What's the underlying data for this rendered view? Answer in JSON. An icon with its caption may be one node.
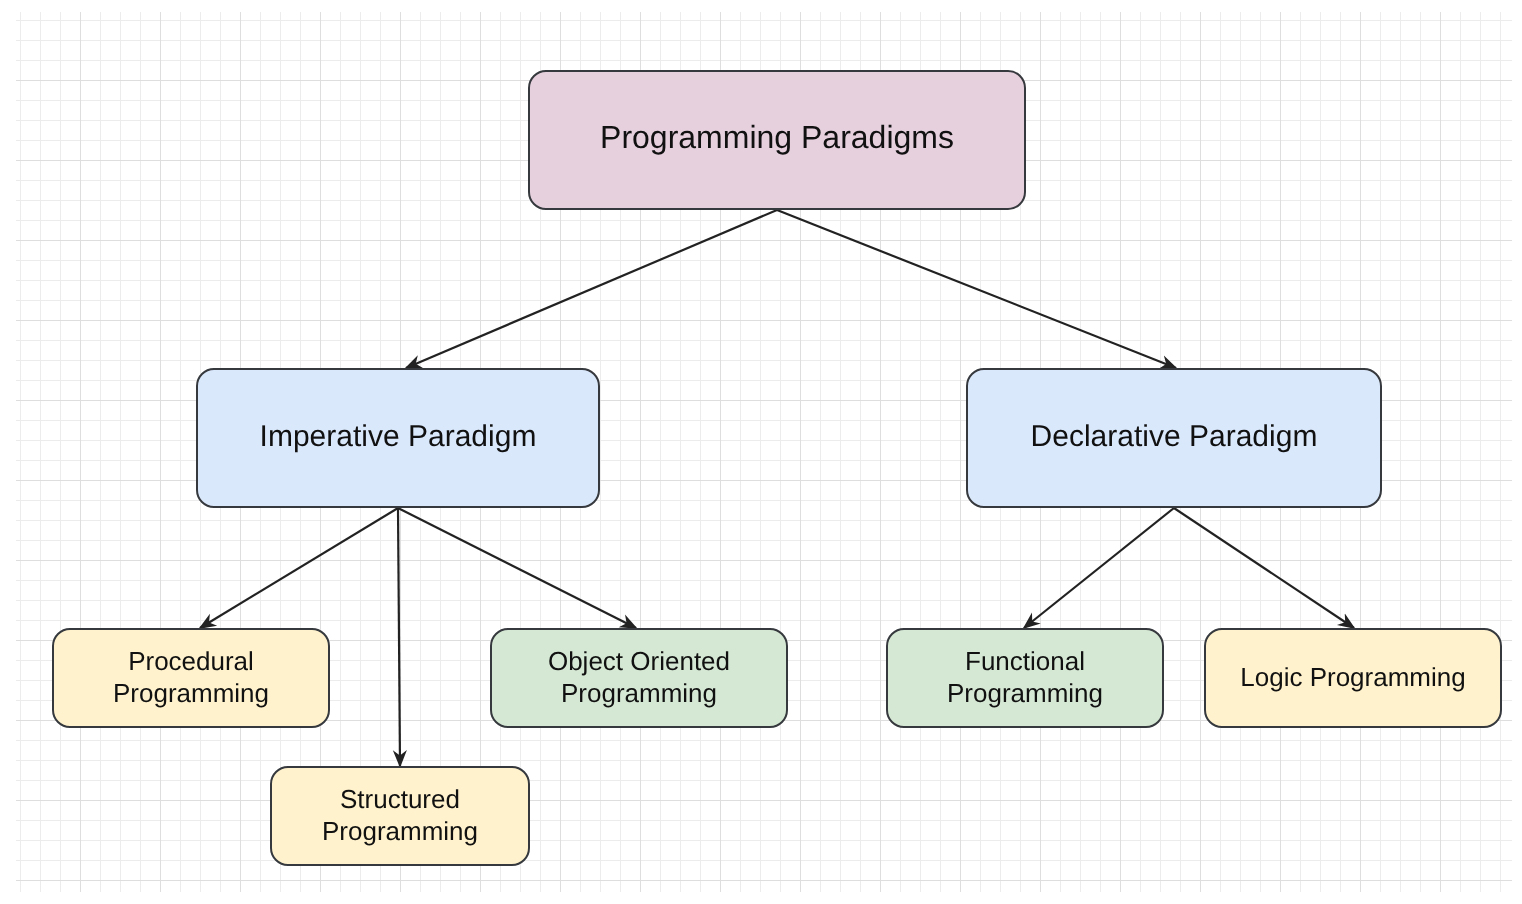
{
  "diagram": {
    "nodes": [
      {
        "text": [
          "Programming Paradigms"
        ]
      },
      {
        "text": [
          "Imperative Paradigm"
        ]
      },
      {
        "text": [
          "Declarative Paradigm"
        ]
      },
      {
        "text": [
          "Procedural Programming"
        ]
      },
      {
        "text": [
          "Structured Programming"
        ]
      },
      {
        "text": [
          "Object Oriented Programming"
        ]
      },
      {
        "text": [
          "Functional Programming"
        ]
      },
      {
        "text": [
          "Logic Programming"
        ]
      }
    ],
    "edges": [
      {
        "from": 0,
        "to": 1,
        "arrow": "to"
      },
      {
        "from": 0,
        "to": 2,
        "arrow": "to"
      },
      {
        "from": 1,
        "to": 3,
        "arrow": "to"
      },
      {
        "from": 1,
        "to": 4,
        "arrow": "to"
      },
      {
        "from": 1,
        "to": 5,
        "arrow": "to"
      },
      {
        "from": 2,
        "to": 6,
        "arrow": "to"
      },
      {
        "from": 2,
        "to": 7,
        "arrow": "to"
      }
    ]
  }
}
